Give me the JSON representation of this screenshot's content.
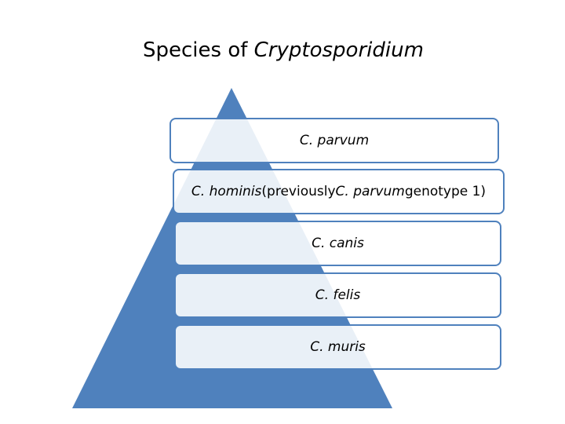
{
  "title": {
    "prefix": "Species of ",
    "genus": "Cryptosporidium"
  },
  "levels": [
    {
      "italic_a": "C. parvum",
      "plain": "",
      "italic_b": "",
      "tail": ""
    },
    {
      "italic_a": "C. hominis",
      "plain": " (previously ",
      "italic_b": "C. parvum",
      "tail": " genotype 1)"
    },
    {
      "italic_a": "C. canis",
      "plain": "",
      "italic_b": "",
      "tail": ""
    },
    {
      "italic_a": "C. felis",
      "plain": "",
      "italic_b": "",
      "tail": ""
    },
    {
      "italic_a": "C. muris",
      "plain": "",
      "italic_b": "",
      "tail": ""
    }
  ],
  "colors": {
    "pyramid": "#4f81bd",
    "pyramid_apex_light": "#dbe5f1",
    "box_border": "#4f81bd"
  }
}
